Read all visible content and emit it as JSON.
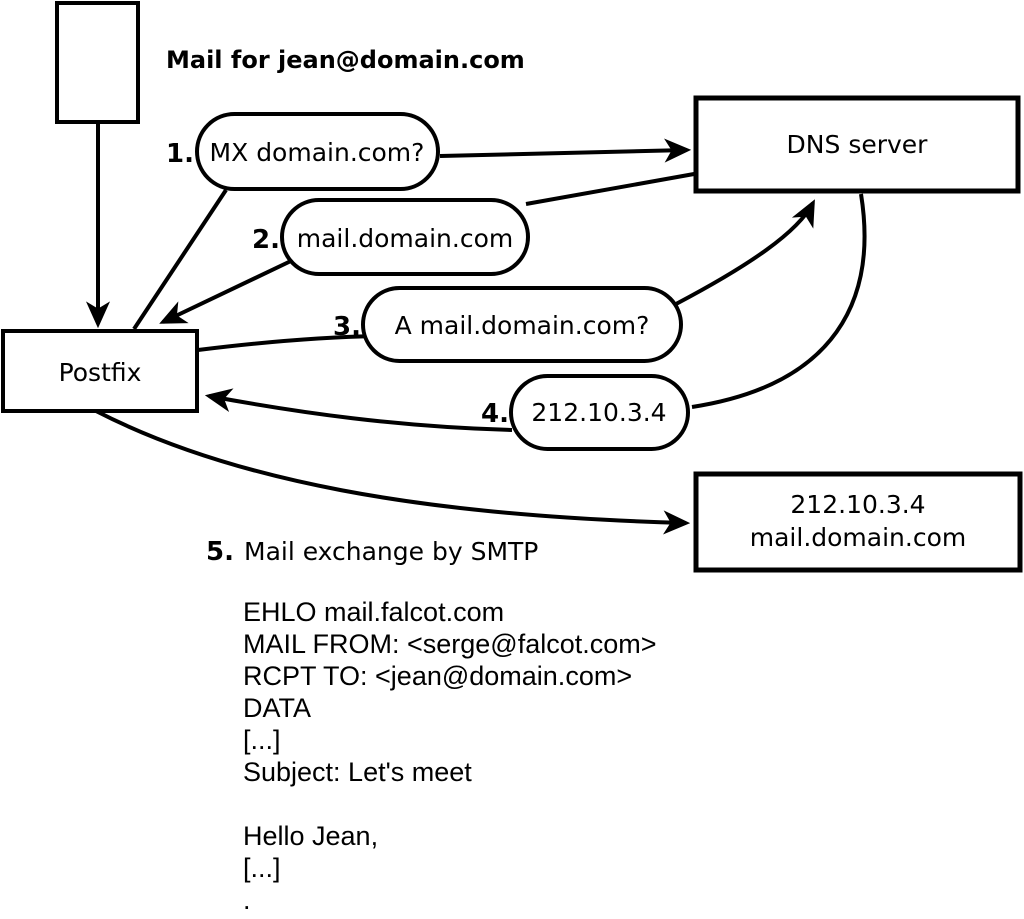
{
  "diagram": {
    "title": "Mail for jean@domain.com",
    "colors": {
      "stroke": "#000000",
      "background": "#ffffff",
      "text": "#000000"
    },
    "nodes": {
      "mail_message_icon": "mail-message-icon",
      "postfix": {
        "label": "Postfix"
      },
      "dns_server": {
        "label": "DNS server"
      },
      "target_server": {
        "line1": "212.10.3.4",
        "line2": "mail.domain.com"
      }
    },
    "steps": [
      {
        "num": "1.",
        "label": "MX domain.com?"
      },
      {
        "num": "2.",
        "label": "mail.domain.com"
      },
      {
        "num": "3.",
        "label": "A mail.domain.com?"
      },
      {
        "num": "4.",
        "label": "212.10.3.4"
      },
      {
        "num": "5.",
        "label": "Mail exchange by SMTP"
      }
    ],
    "smtp_session": {
      "lines": [
        "EHLO mail.falcot.com",
        "MAIL FROM: <serge@falcot.com>",
        "RCPT TO: <jean@domain.com>",
        "DATA",
        "[...]",
        "Subject: Let's meet",
        "",
        "Hello Jean,",
        "[...]",
        "."
      ]
    }
  }
}
